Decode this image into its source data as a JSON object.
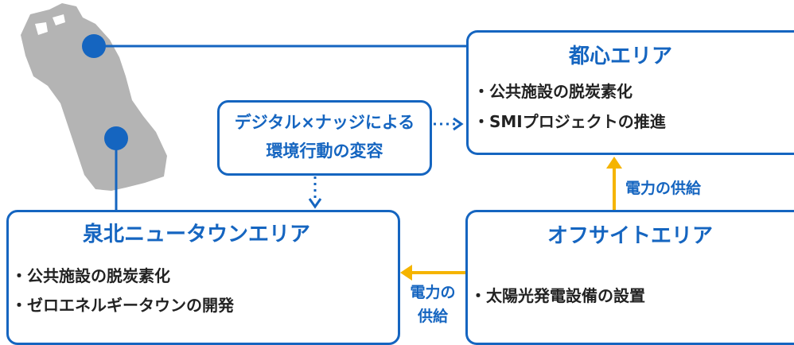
{
  "areas": {
    "urban": {
      "title": "都心エリア",
      "bullets": [
        "・公共施設の脱炭素化",
        "・SMIプロジェクトの推進"
      ],
      "icon": "office-building-icon"
    },
    "senboku": {
      "title": "泉北ニュータウンエリア",
      "bullets": [
        "・公共施設の脱炭素化",
        "・ゼロエネルギータウンの開発"
      ],
      "icon": "residential-houses-icon"
    },
    "offsite": {
      "title": "オフサイトエリア",
      "bullets": [
        "・太陽光発電設備の設置"
      ],
      "icon": "solar-panels-icon"
    }
  },
  "digital_nudge": {
    "line1": "デジタル×ナッジによる",
    "line2": "環境行動の変容"
  },
  "flows": {
    "to_urban": "電力の供給",
    "to_senboku_line1": "電力の",
    "to_senboku_line2": "供給"
  },
  "colors": {
    "accent": "#1565c0",
    "supply_arrow": "#f5b400",
    "map": "#b4b4b4"
  }
}
